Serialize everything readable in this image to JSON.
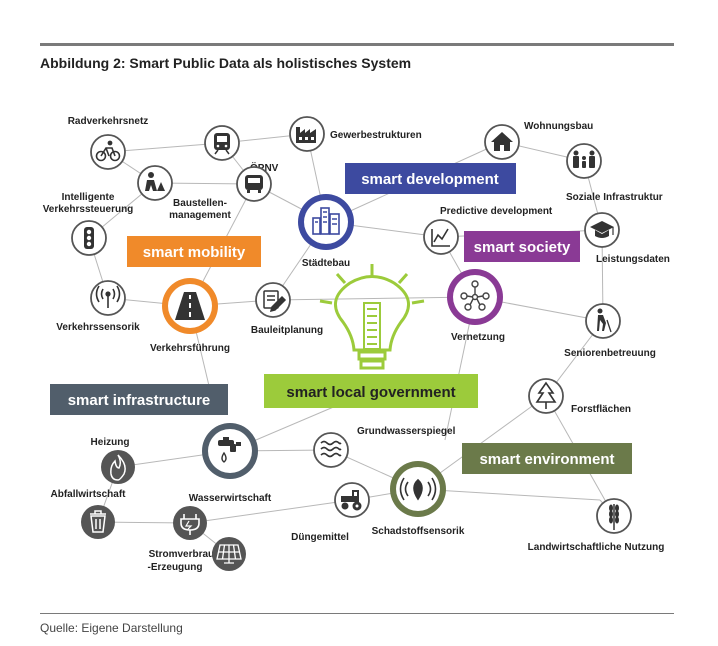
{
  "title": "Abbildung 2: Smart Public Data als holistisches System",
  "source": "Quelle: Eigene Darstellung",
  "colors": {
    "mobility": "#f08a2a",
    "development": "#3d4aa0",
    "society": "#8a3a95",
    "infrastructure": "#515e6b",
    "environment": "#6b7a4a",
    "government": "#9ccb3b",
    "line": "#b8b8b8"
  },
  "categories": {
    "mobility": "smart mobility",
    "development": "smart development",
    "society": "smart society",
    "infrastructure": "smart infrastructure",
    "environment": "smart environment",
    "government": "smart local government"
  },
  "nodes": {
    "radverkehrsnetz": {
      "label": "Radverkehrsnetz",
      "icon": "bicycle-icon"
    },
    "oepnv": {
      "label": "ÖPNV",
      "icon": "train-icon"
    },
    "gewerbestrukturen": {
      "label": "Gewerbestrukturen",
      "icon": "factory-icon"
    },
    "baustellenmanagement": {
      "label1": "Baustellen-",
      "label2": "management",
      "icon": "construction-worker-icon"
    },
    "bus": {
      "icon": "bus-icon"
    },
    "intelligente": {
      "label1": "Intelligente",
      "label2": "Verkehrssteuerung",
      "icon": "traffic-light-icon"
    },
    "staedtebau": {
      "label": "Städtebau",
      "icon": "buildings-icon"
    },
    "wohnungsbau": {
      "label": "Wohnungsbau",
      "icon": "house-icon"
    },
    "soziale": {
      "label": "Soziale Infrastruktur",
      "icon": "family-icon"
    },
    "predictive": {
      "label": "Predictive development",
      "icon": "trend-chart-icon"
    },
    "leistungsdaten": {
      "label": "Leistungsdaten",
      "icon": "graduation-cap-icon"
    },
    "verkehrssensorik": {
      "label": "Verkehrssensorik",
      "icon": "antenna-icon"
    },
    "verkehrsfuehrung": {
      "label": "Verkehrsführung",
      "icon": "road-icon"
    },
    "bauleitplanung": {
      "label": "Bauleitplanung",
      "icon": "plan-icon"
    },
    "vernetzung": {
      "label": "Vernetzung",
      "icon": "network-people-icon"
    },
    "seniorenbetreuung": {
      "label": "Seniorenbetreuung",
      "icon": "senior-walking-icon"
    },
    "forstflaechen": {
      "label": "Forstflächen",
      "icon": "tree-icon"
    },
    "heizung": {
      "label": "Heizung",
      "icon": "flame-icon"
    },
    "wasserwirtschaft": {
      "label": "Wasserwirtschaft",
      "icon": "water-tap-icon"
    },
    "grundwasserspiegel": {
      "label": "Grundwasserspiegel",
      "icon": "waves-icon"
    },
    "abfallwirtschaft": {
      "label": "Abfallwirtschaft",
      "icon": "trash-bin-icon"
    },
    "schadstoffsensorik": {
      "label": "Schadstoffsensorik",
      "icon": "leaf-signal-icon"
    },
    "duengemittel": {
      "label": "Düngemittel",
      "icon": "tractor-icon"
    },
    "stromverbrauch": {
      "label1": "Stromverbrauch /",
      "label2": "-Erzeugung",
      "icon": "power-plug-icon"
    },
    "solar": {
      "icon": "solar-panel-icon"
    },
    "landwirtschaft": {
      "label": "Landwirtschaftliche Nutzung",
      "icon": "wheat-icon"
    },
    "center": {
      "icon": "light-bulb-icon"
    }
  }
}
